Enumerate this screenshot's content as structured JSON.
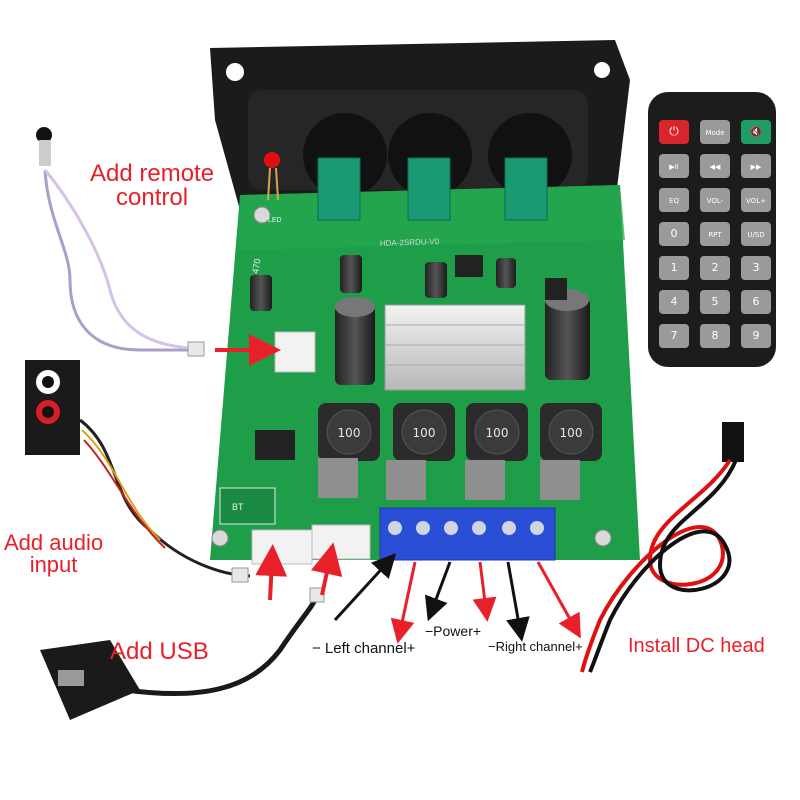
{
  "labels": {
    "remote_line1": "Add remote",
    "remote_line2": "control",
    "audio_line1": "Add audio",
    "audio_line2": "input",
    "usb": "Add USB",
    "dc": "Install DC head",
    "left_channel": "− Left channel+",
    "power": "−Power+",
    "right_channel": "−Right channel+"
  },
  "board": {
    "heatsink_marking": "470",
    "inductors": [
      "100",
      "100",
      "100",
      "100"
    ],
    "model_marking": "HDA-2SRDU-V0",
    "ic_marking": "BT",
    "led_marking": "LED"
  },
  "remote": {
    "keys": [
      [
        "power-icon",
        "Mode",
        "mute-icon"
      ],
      [
        "▶II",
        "◀◀",
        "▶▶"
      ],
      [
        "EQ",
        "VOL-",
        "VOL+"
      ],
      [
        "0",
        "RPT",
        "U/SD"
      ],
      [
        "1",
        "2",
        "3"
      ],
      [
        "4",
        "5",
        "6"
      ],
      [
        "7",
        "8",
        "9"
      ]
    ]
  },
  "colors": {
    "label_red": "#e8202a",
    "pcb_green": "#1f9e4a",
    "terminal_blue": "#2a4fd6",
    "remote_body": "#1c1c1c"
  },
  "icons": [
    "power-icon",
    "mute-icon",
    "red-arrow-icon",
    "black-arrow-icon"
  ]
}
